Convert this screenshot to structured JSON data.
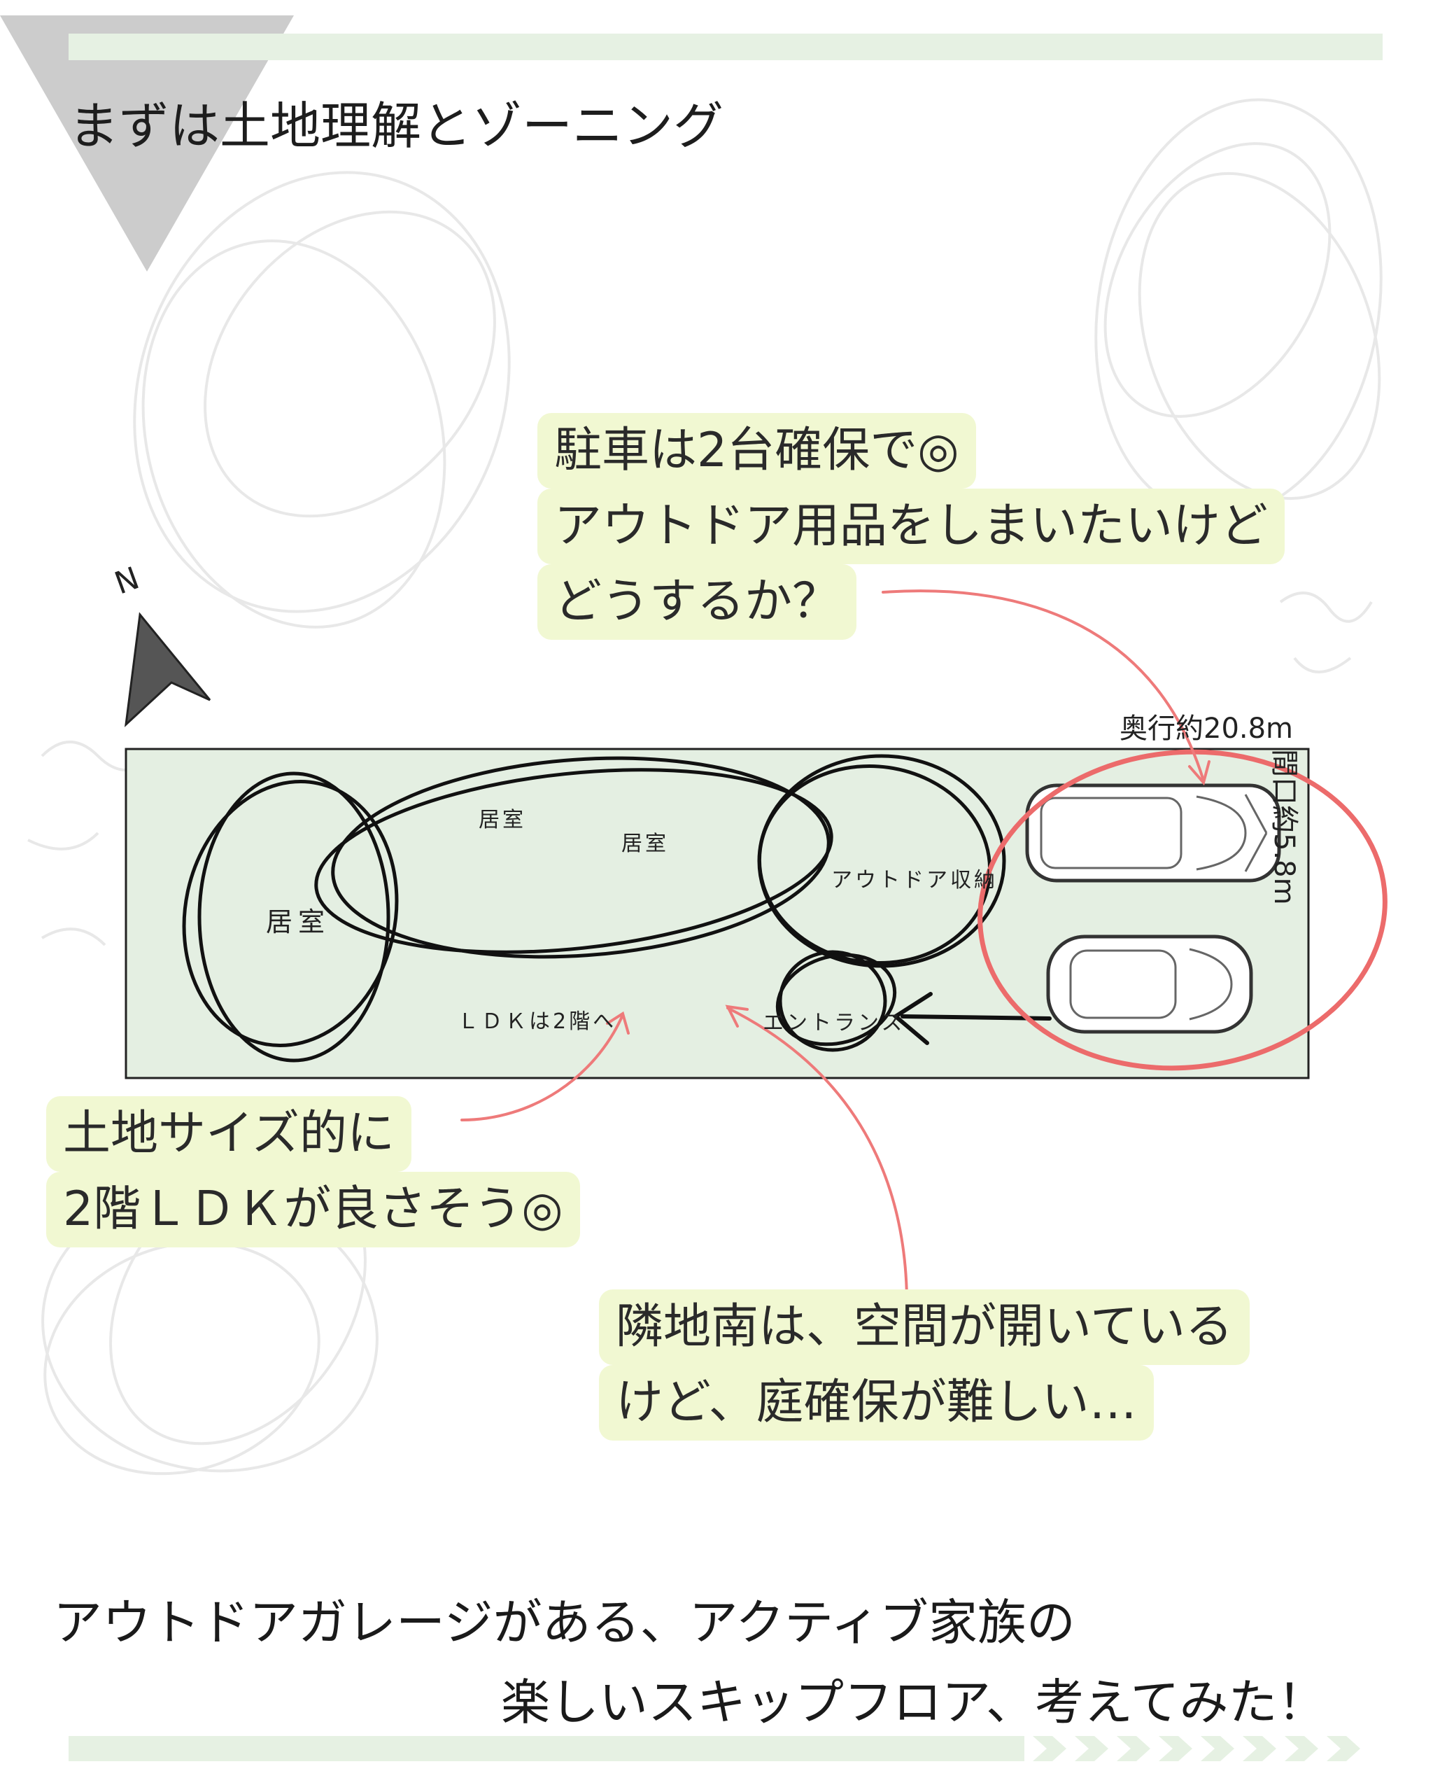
{
  "title": "まずは土地理解とゾーニング",
  "compass": {
    "label": "N"
  },
  "site": {
    "depth_label": "奥行約20.8m",
    "frontage_label": "間口約5.8m"
  },
  "zones": {
    "room_left": "居室",
    "room_center_1": "居室",
    "room_center_2": "居室",
    "outdoor_storage": "アウトドア収納",
    "ldk_note": "ＬＤＫは2階へ",
    "entrance": "エントランス"
  },
  "notes": {
    "parking": [
      "駐車は2台確保で◎",
      "アウトドア用品をしまいたいけど",
      "どうするか？"
    ],
    "land": [
      "土地サイズ的に",
      "2階ＬＤＫが良さそう◎"
    ],
    "neighbor": [
      "隣地南は、空間が開いている",
      "けど、庭確保が難しい…"
    ]
  },
  "footer": {
    "line1": "アウトドアガレージがある、アクティブ家族の",
    "line2": "楽しいスキップフロア、考えてみた！"
  },
  "colors": {
    "accent_band": "#e6f1e3",
    "site_fill": "#e4efe2",
    "highlight": "#f1f8d2",
    "arrow": "#ee7a7a",
    "triangle": "#c8c8c8"
  }
}
